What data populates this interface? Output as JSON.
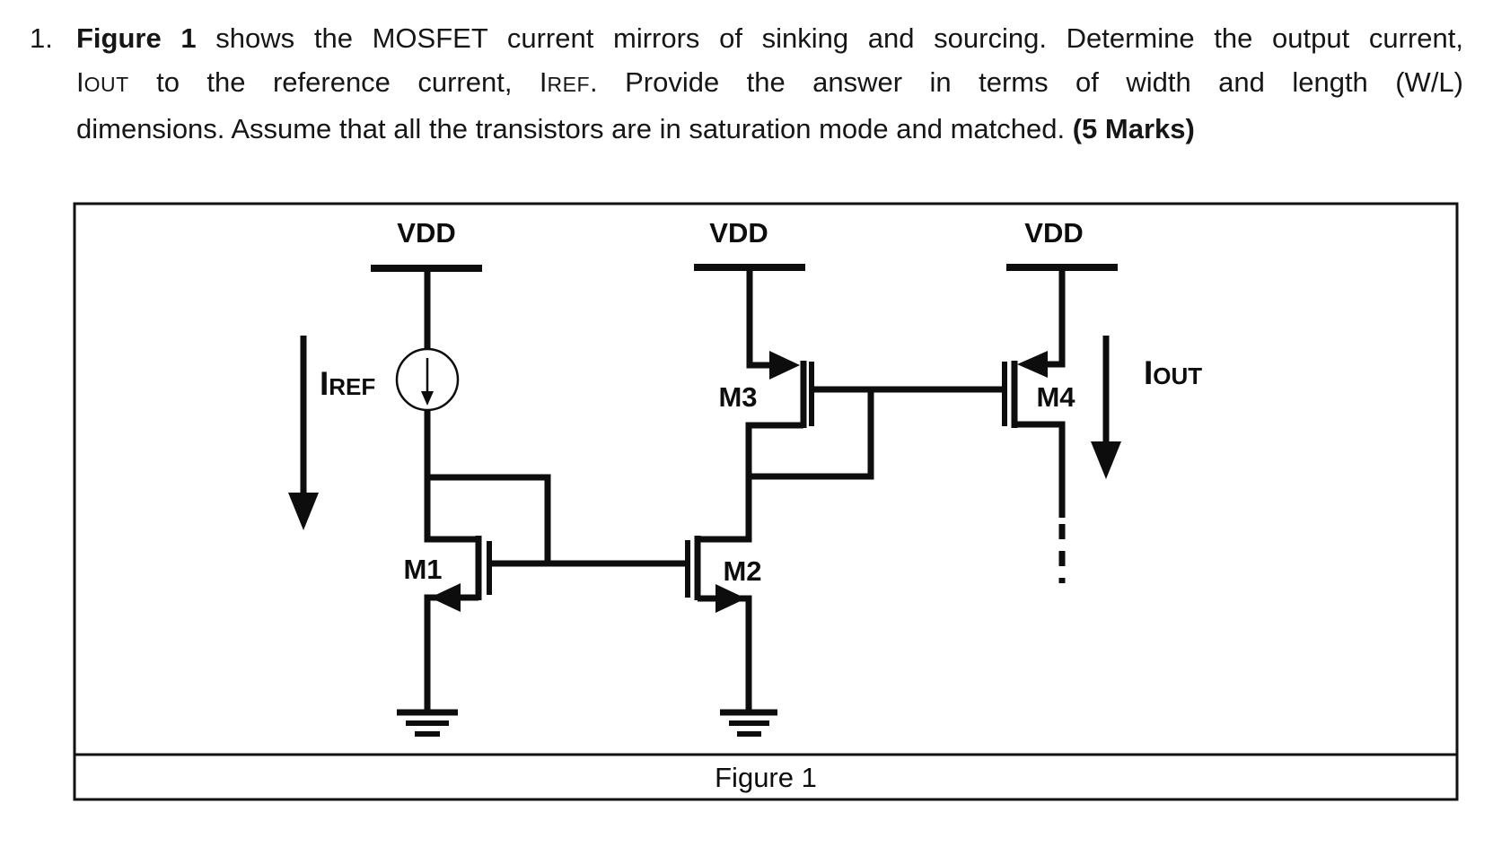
{
  "question": {
    "number": "1.",
    "line1": {
      "bold": "Figure 1",
      "rest": " shows the MOSFET current mirrors of sinking and sourcing. Determine the output current,"
    },
    "line2": {
      "iout_main": "I",
      "iout_sub": "OUT",
      "mid": " to the reference current, ",
      "iref_main": "I",
      "iref_sub": "REF",
      "rest": ". Provide the answer in terms of width and length (W/L)"
    },
    "line3": {
      "rest": "dimensions. Assume that all the transistors are in saturation mode and matched. ",
      "bold": "(5 Marks)"
    }
  },
  "figure": {
    "caption": "Figure 1",
    "labels": {
      "vdd1": "VDD",
      "vdd2": "VDD",
      "vdd3": "VDD",
      "m1": "M1",
      "m2": "M2",
      "m3": "M3",
      "m4": "M4",
      "iref_main": "I",
      "iref_sub": "REF",
      "iout_main": "I",
      "iout_sub": "OUT"
    }
  },
  "colors": {
    "ink": "#0d0d0d",
    "background": "#ffffff"
  }
}
